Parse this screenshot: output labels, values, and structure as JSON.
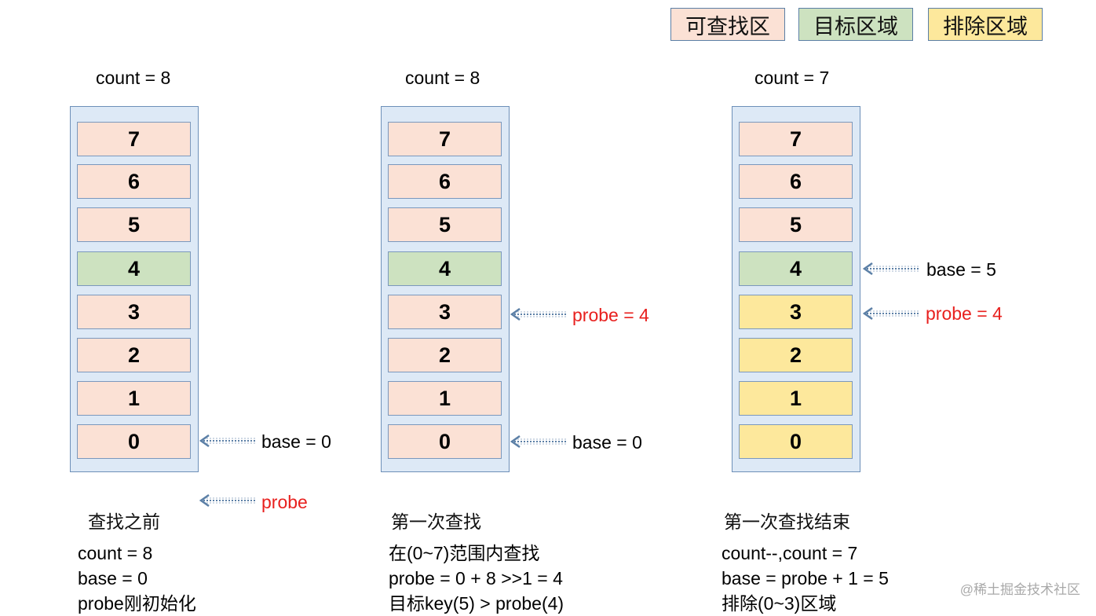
{
  "legend": {
    "searchable": "可查找区",
    "target": "目标区域",
    "excluded": "排除区域"
  },
  "panels": [
    {
      "count_label": "count = 8",
      "cells": [
        {
          "value": "7",
          "state": "pending"
        },
        {
          "value": "6",
          "state": "pending"
        },
        {
          "value": "5",
          "state": "pending"
        },
        {
          "value": "4",
          "state": "target"
        },
        {
          "value": "3",
          "state": "pending"
        },
        {
          "value": "2",
          "state": "pending"
        },
        {
          "value": "1",
          "state": "pending"
        },
        {
          "value": "0",
          "state": "pending"
        }
      ],
      "pointers": {
        "base": "base = 0",
        "probe": "probe"
      },
      "caption": "查找之前",
      "notes": [
        "count = 8",
        "base  = 0",
        "probe刚初始化"
      ]
    },
    {
      "count_label": "count = 8",
      "cells": [
        {
          "value": "7",
          "state": "pending"
        },
        {
          "value": "6",
          "state": "pending"
        },
        {
          "value": "5",
          "state": "pending"
        },
        {
          "value": "4",
          "state": "target"
        },
        {
          "value": "3",
          "state": "pending"
        },
        {
          "value": "2",
          "state": "pending"
        },
        {
          "value": "1",
          "state": "pending"
        },
        {
          "value": "0",
          "state": "pending"
        }
      ],
      "pointers": {
        "base": "base = 0",
        "probe": "probe = 4"
      },
      "caption": "第一次查找",
      "notes": [
        "在(0~7)范围内查找",
        "probe = 0 + 8 >>1 = 4",
        "目标key(5) > probe(4)"
      ]
    },
    {
      "count_label": "count = 7",
      "cells": [
        {
          "value": "7",
          "state": "pending"
        },
        {
          "value": "6",
          "state": "pending"
        },
        {
          "value": "5",
          "state": "pending"
        },
        {
          "value": "4",
          "state": "target"
        },
        {
          "value": "3",
          "state": "excluded"
        },
        {
          "value": "2",
          "state": "excluded"
        },
        {
          "value": "1",
          "state": "excluded"
        },
        {
          "value": "0",
          "state": "excluded"
        }
      ],
      "pointers": {
        "base": "base = 5",
        "probe": "probe = 4"
      },
      "caption": "第一次查找结束",
      "notes": [
        "count--,count = 7",
        "base = probe + 1 = 5",
        "排除(0~3)区域"
      ]
    }
  ],
  "colors": {
    "pending": "#fbe1d5",
    "target": "#cde2c0",
    "excluded": "#fde89c",
    "arrow": "#5b7fa6",
    "probe_text": "#e8201e"
  },
  "watermark": "@稀土掘金技术社区"
}
